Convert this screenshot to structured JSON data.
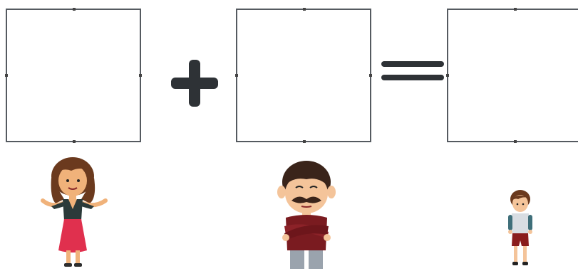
{
  "equation": {
    "operators": [
      "plus",
      "equals"
    ],
    "boxes": [
      {
        "slot": "first",
        "content": ""
      },
      {
        "slot": "second",
        "content": ""
      },
      {
        "slot": "result",
        "content": ""
      }
    ]
  },
  "figures": [
    {
      "icon": "woman-figure-icon",
      "colors": {
        "skirt": "#e0304e",
        "top": "#2b3a3a",
        "hair": "#6b3a1e"
      }
    },
    {
      "icon": "man-figure-icon",
      "colors": {
        "shirt": "#7a1b20",
        "pants": "#9aa3ad",
        "hair": "#3a241a"
      }
    },
    {
      "icon": "boy-figure-icon",
      "colors": {
        "shirt": "#d8dde2",
        "shorts": "#8a1c1c",
        "hair": "#6b3a1e"
      }
    }
  ]
}
